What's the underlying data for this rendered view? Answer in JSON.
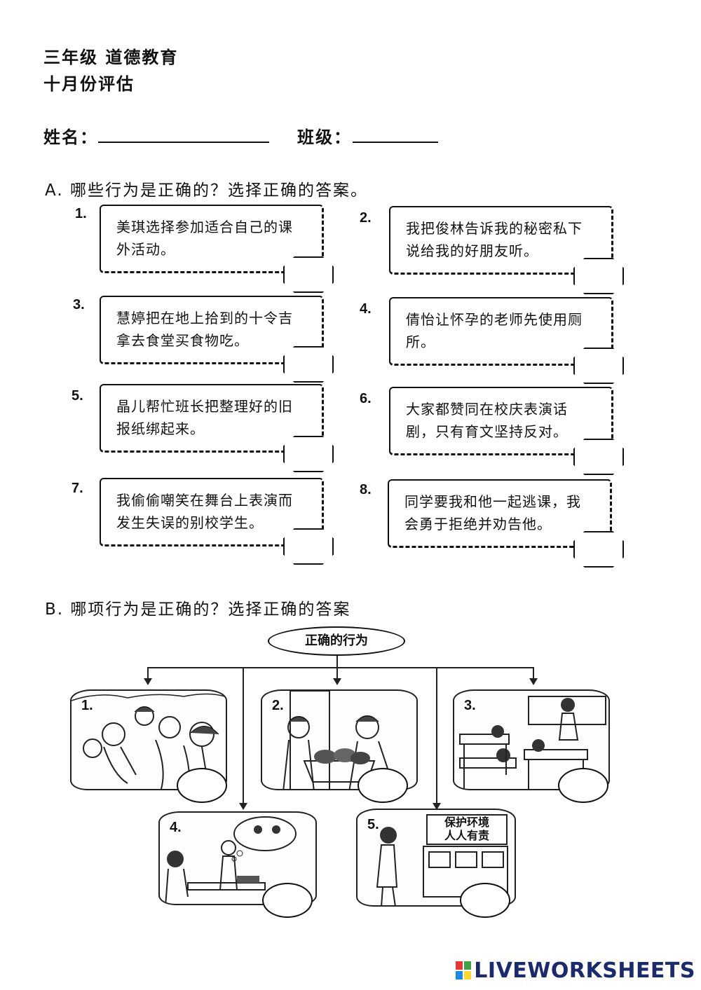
{
  "header": {
    "grade_subject": "三年级 道德教育",
    "assessment": "十月份评估",
    "name_label": "姓名：",
    "class_label": "班级："
  },
  "section_a": {
    "title": "A. 哪些行为是正确的？选择正确的答案。",
    "items": [
      {
        "num": "1.",
        "text": "美琪选择参加适合自己的课外活动。"
      },
      {
        "num": "2.",
        "text": "我把俊林告诉我的秘密私下说给我的好朋友听。"
      },
      {
        "num": "3.",
        "text": "慧婷把在地上拾到的十令吉拿去食堂买食物吃。"
      },
      {
        "num": "4.",
        "text": "倩怡让怀孕的老师先使用厕所。"
      },
      {
        "num": "5.",
        "text": "晶儿帮忙班长把整理好的旧报纸绑起来。"
      },
      {
        "num": "6.",
        "text": "大家都赞同在校庆表演话剧，只有育文坚持反对。"
      },
      {
        "num": "7.",
        "text": "我偷偷嘲笑在舞台上表演而发生失误的别校学生。"
      },
      {
        "num": "8.",
        "text": "同学要我和他一起逃课，我会勇于拒绝并劝告他。"
      }
    ]
  },
  "section_b": {
    "title": "B. 哪项行为是正确的？选择正确的答案",
    "center_label": "正确的行为",
    "pictures": [
      {
        "num": "1."
      },
      {
        "num": "2."
      },
      {
        "num": "3."
      },
      {
        "num": "4."
      },
      {
        "num": "5.",
        "sign_line1": "保护环境",
        "sign_line2": "人人有责"
      }
    ]
  },
  "footer": {
    "logo_text": "LIVEWORKSHEETS",
    "logo_color": "#1a2a6c"
  }
}
